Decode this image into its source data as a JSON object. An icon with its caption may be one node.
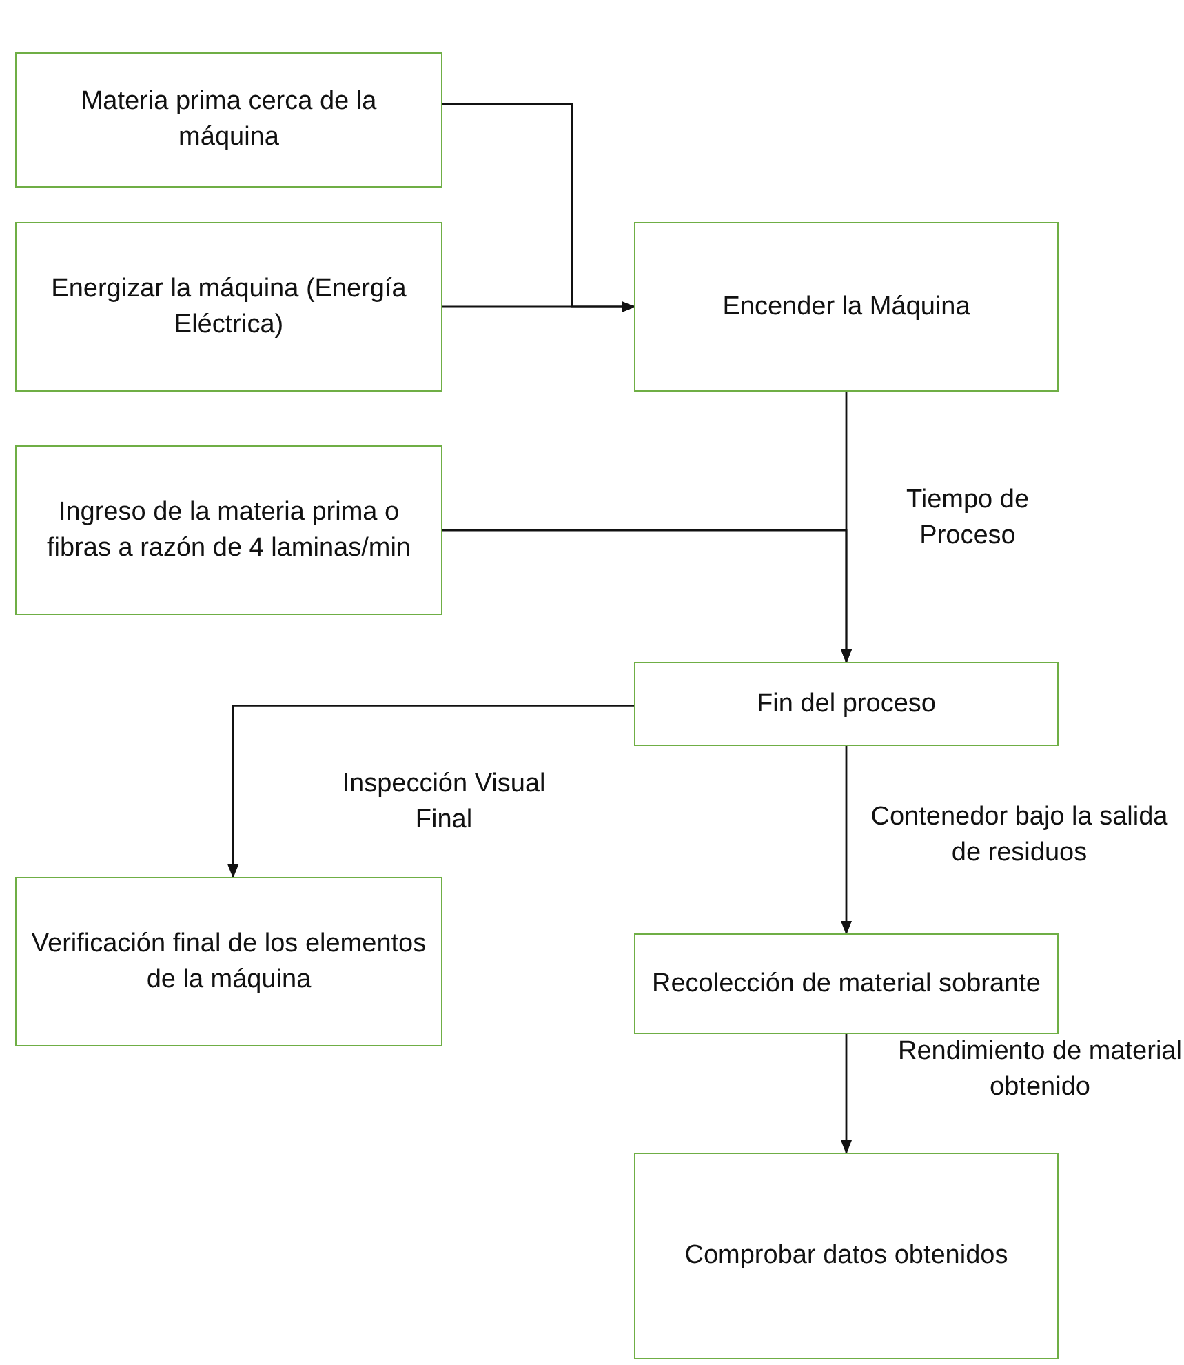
{
  "diagram": {
    "nodes": [
      {
        "text": [
          "Materia prima cerca de la máquina"
        ]
      },
      {
        "text": [
          "Energizar la máquina (Energía Eléctrica)"
        ]
      },
      {
        "text": [
          "Encender la Máquina"
        ]
      },
      {
        "text": [
          "Ingreso de la materia prima o fibras a razón de 4 laminas/min"
        ]
      },
      {
        "text": [
          "Fin del proceso"
        ]
      },
      {
        "text": [
          "Verificación final de los elementos de la máquina"
        ]
      },
      {
        "text": [
          "Recolección de material sobrante"
        ]
      },
      {
        "text": [
          "Comprobar datos obtenidos"
        ]
      }
    ],
    "edges": [
      {
        "from": 0,
        "to": 2,
        "arrow": "to"
      },
      {
        "from": 1,
        "to": 2,
        "arrow": "to"
      },
      {
        "from": 2,
        "to": 4,
        "arrow": "to",
        "label": "Tiempo de Proceso"
      },
      {
        "from": 3,
        "to": 4,
        "arrow": "to"
      },
      {
        "from": 4,
        "to": 5,
        "arrow": "to",
        "label": "Inspección Visual Final"
      },
      {
        "from": 4,
        "to": 6,
        "arrow": "to",
        "label": "Contenedor bajo la salida de residuos"
      },
      {
        "from": 6,
        "to": 7,
        "arrow": "to",
        "label": "Rendimiento de material obtenido"
      }
    ]
  }
}
